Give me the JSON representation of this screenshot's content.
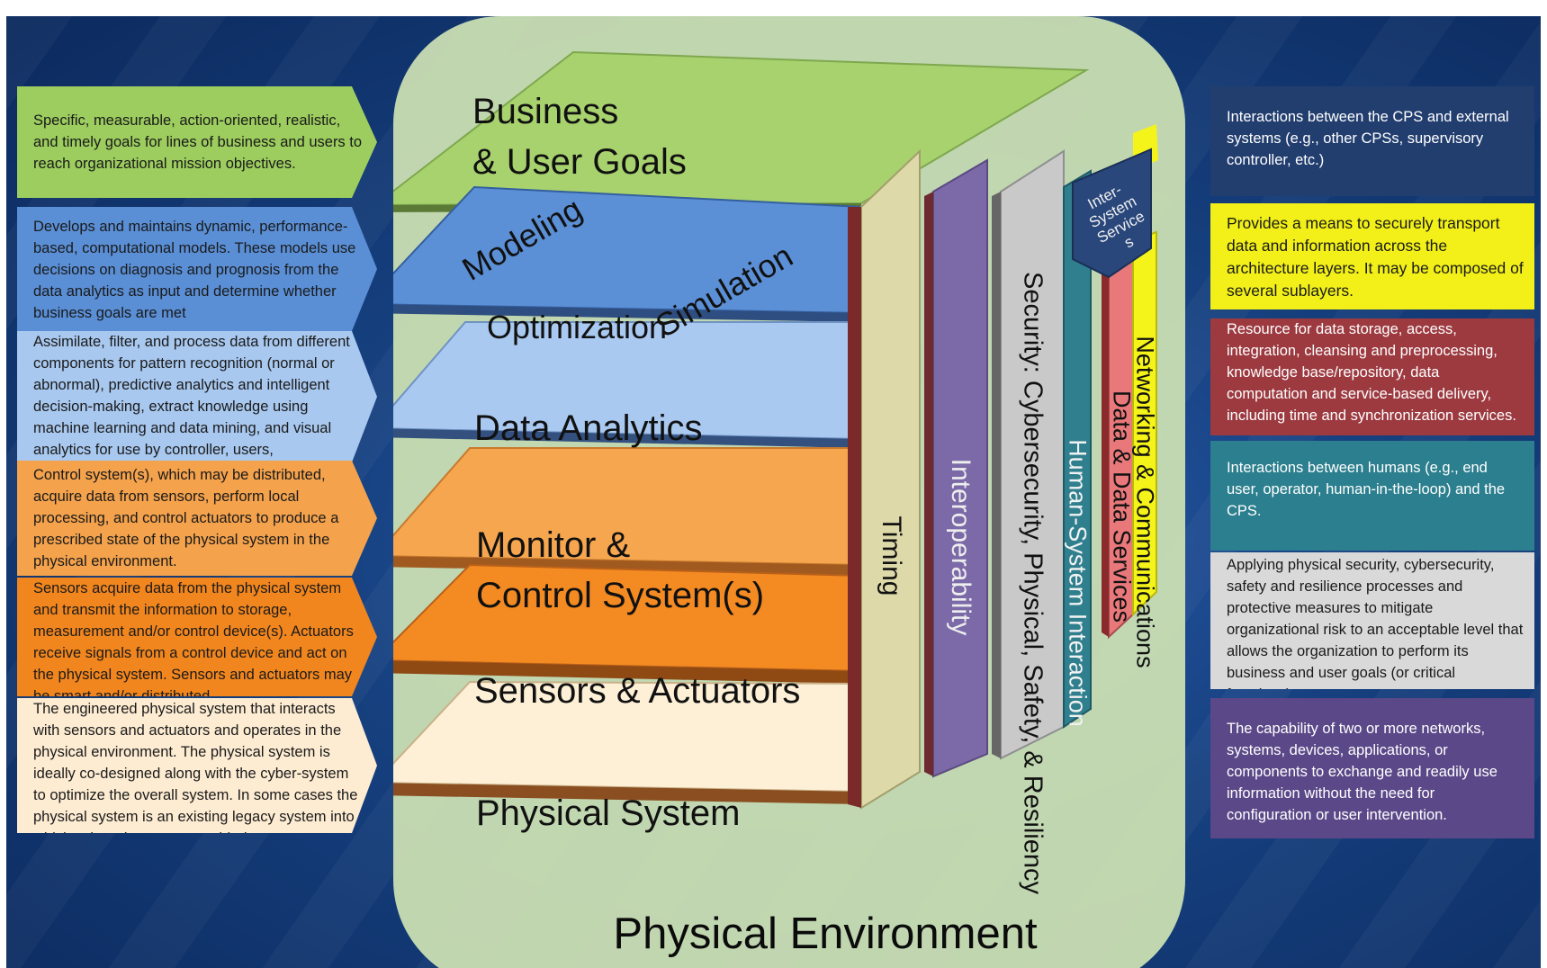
{
  "layers": {
    "business": "Business\n& User Goals",
    "modeling": "Modeling",
    "optimization": "Optimization",
    "simulation": "Simulation",
    "data_analytics": "Data Analytics",
    "monitor": "Monitor &\nControl System(s)",
    "sensors": "Sensors & Actuators",
    "physical_system": "Physical System"
  },
  "pillars": {
    "timing": "Timing",
    "interoperability": "Interoperability",
    "security": "Security: Cybersecurity, Physical, Safety, & Resiliency",
    "human_system": "Human-System Interaction",
    "data_services": "Data & Data Services",
    "networking": "Networking & Communications",
    "inter_system": "Inter-\nSystem\nService\ns"
  },
  "environment_label": "Physical Environment",
  "left_descriptions": [
    "Specific, measurable, action-oriented, realistic, and timely goals for lines of business and users to reach organizational mission objectives.",
    "Develops and maintains dynamic, performance-based, computational models. These models use decisions on diagnosis and prognosis from the data analytics as input and determine whether business goals are met",
    "Assimilate, filter, and process data from different components for pattern recognition (normal or abnormal), predictive analytics and intelligent decision-making, extract knowledge using machine learning and data mining, and visual analytics for use by controller, users, cybersecurity stack and other components",
    "Control system(s), which may be distributed, acquire data from sensors, perform local processing, and control actuators to produce a prescribed state of the physical system in the physical environment.",
    "Sensors acquire data from the physical system and transmit the information to storage, measurement and/or control device(s). Actuators receive signals from a control device and act on the physical system. Sensors and actuators may be smart and/or distributed.",
    "The engineered physical system that interacts with sensors and actuators and operates in the physical environment. The physical system is ideally co-designed along with the cyber-system to optimize the overall system. In some cases the physical system is an existing legacy system into which cyber elements are added."
  ],
  "right_descriptions": [
    "Interactions between the CPS and external systems (e.g., other CPSs, supervisory controller, etc.)",
    "Provides a means to securely transport data and information across the architecture layers. It may be composed of several sublayers.",
    "Resource for data storage, access, integration, cleansing and preprocessing, knowledge base/repository, data computation and service-based delivery, including time and synchronization services.",
    "Interactions between humans (e.g., end user, operator, human-in-the-loop) and the CPS.",
    "Applying physical security, cybersecurity, safety and resilience processes and protective measures to mitigate organizational risk to an acceptable level that allows the organization to perform its business and user goals (or critical functions).",
    "The capability of two or more networks, systems, devices, applications, or components to exchange and readily use information without the need for configuration or user intervention."
  ],
  "colors": {
    "business": "#a8d26e",
    "modeling": "#5b8fd6",
    "data_analytics": "#a9c9f1",
    "monitor": "#f6a64f",
    "sensors": "#f48a22",
    "physical_system": "#fdf0d6",
    "timing": "#ddd9a9",
    "interoperability": "#7c6aa8",
    "security": "#c9c9c9",
    "human_system": "#2f7f8e",
    "data_services": "#e8787a",
    "networking": "#f5f41a",
    "inter_system": "#29477b"
  }
}
